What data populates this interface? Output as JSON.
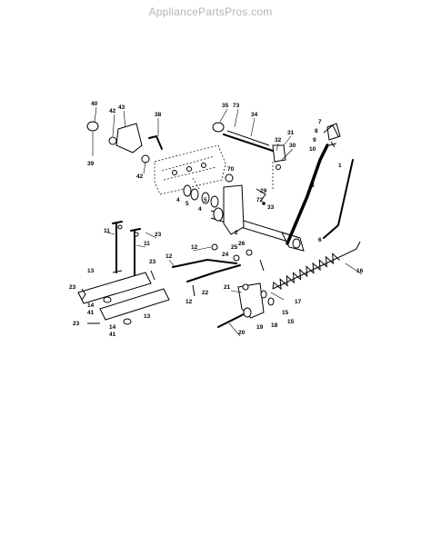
{
  "watermark": "AppliancePartsPros.com",
  "labels": [
    "1",
    "2",
    "3",
    "4",
    "4",
    "5",
    "5",
    "6",
    "7",
    "8",
    "9",
    "10",
    "11",
    "11",
    "12",
    "12",
    "12",
    "13",
    "13",
    "14",
    "14",
    "15",
    "15",
    "16",
    "17",
    "18",
    "19",
    "20",
    "21",
    "22",
    "23",
    "23",
    "23",
    "23",
    "24",
    "25",
    "26",
    "29",
    "30",
    "31",
    "32",
    "33",
    "34",
    "35",
    "38",
    "39",
    "40",
    "41",
    "41",
    "42",
    "42",
    "43",
    "70",
    "72",
    "73"
  ]
}
